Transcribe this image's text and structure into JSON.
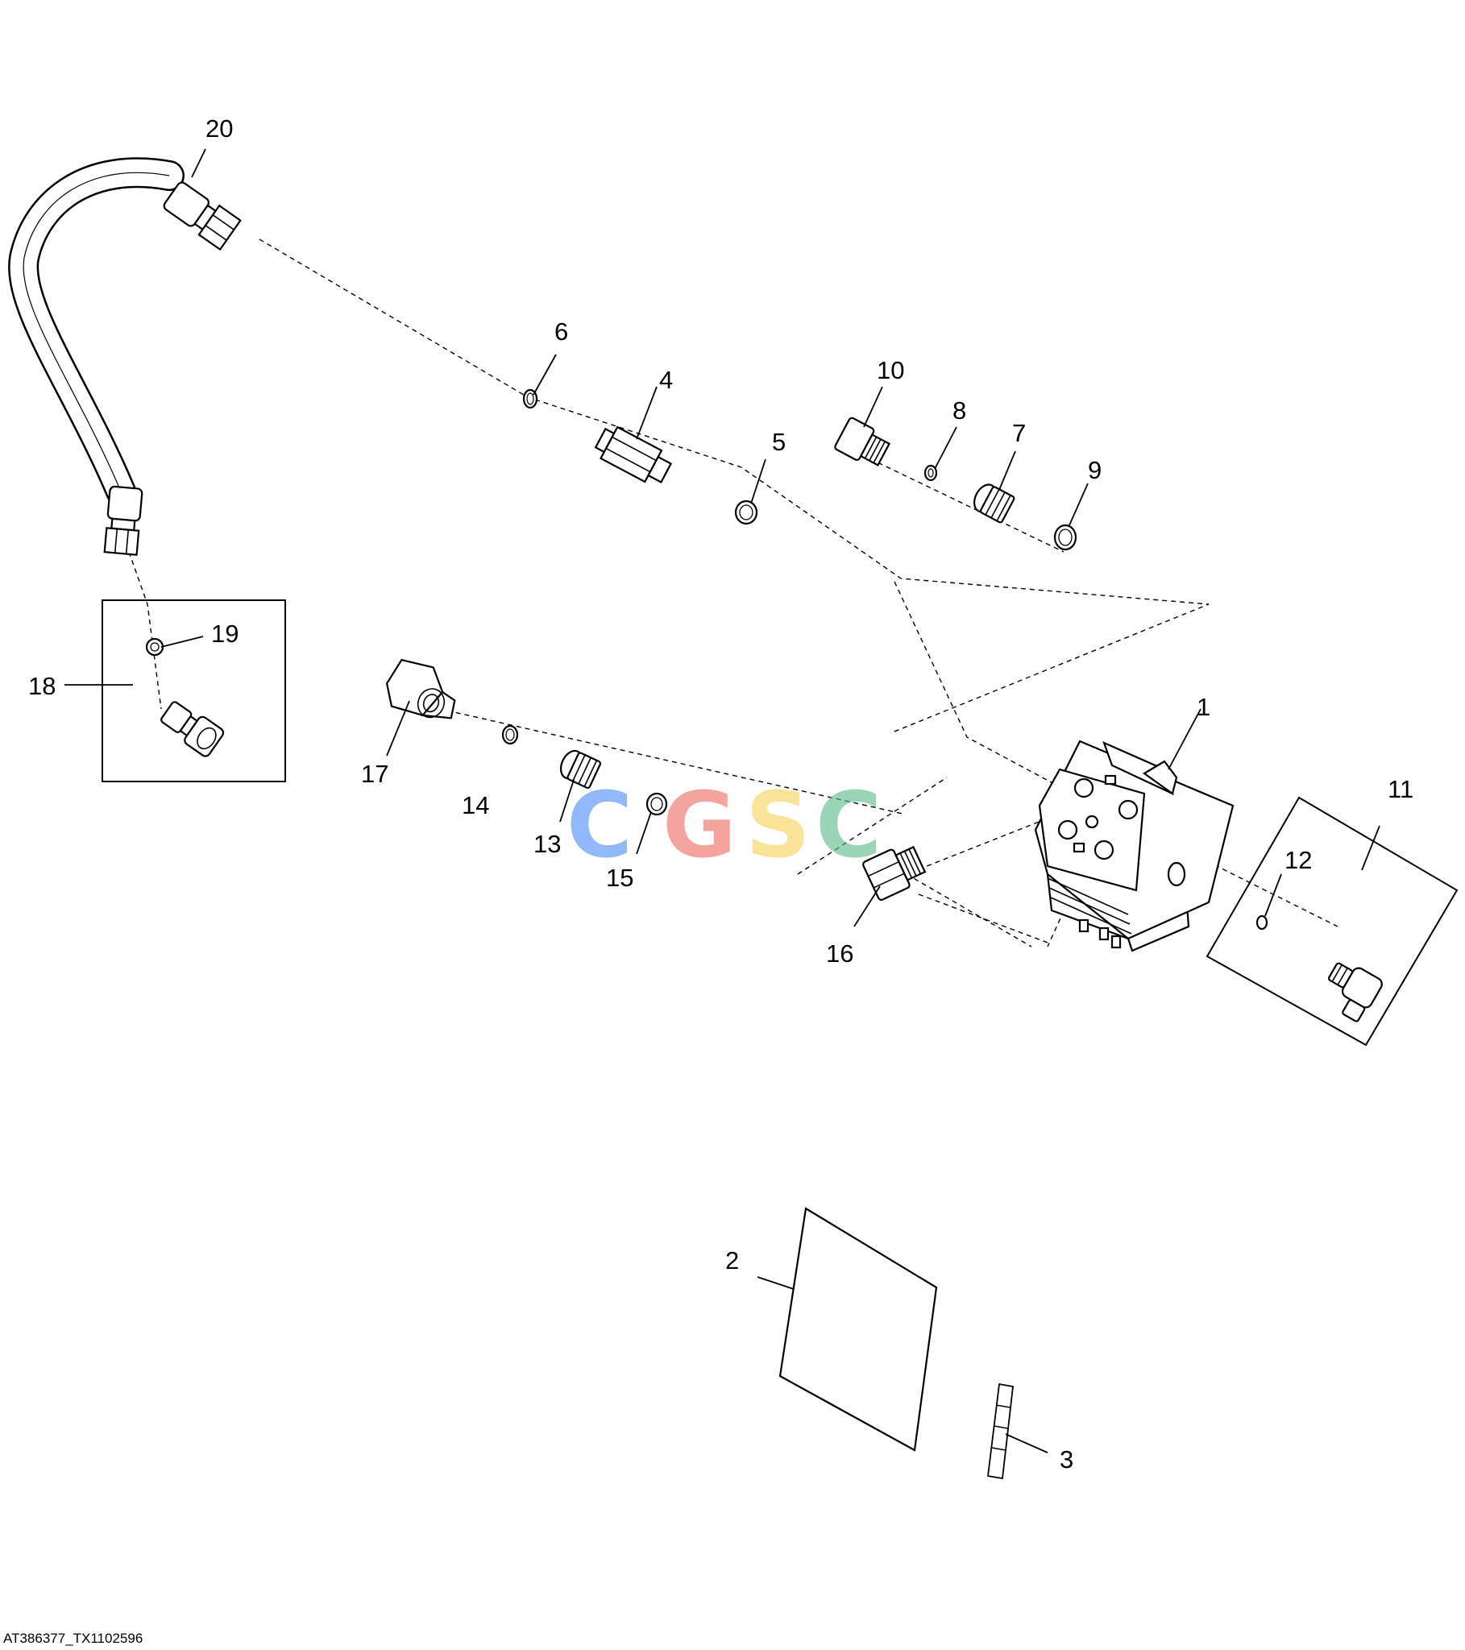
{
  "figure_id": "AT386377_TX1102596",
  "watermark": {
    "letters": [
      "C",
      "G",
      "S",
      "C"
    ],
    "colors": [
      "#4f8ef7",
      "#ef6b62",
      "#f6d35a",
      "#5dbd8a"
    ]
  },
  "callouts": [
    "1",
    "2",
    "3",
    "4",
    "5",
    "6",
    "7",
    "8",
    "9",
    "10",
    "11",
    "12",
    "13",
    "14",
    "15",
    "16",
    "17",
    "18",
    "19",
    "20"
  ]
}
